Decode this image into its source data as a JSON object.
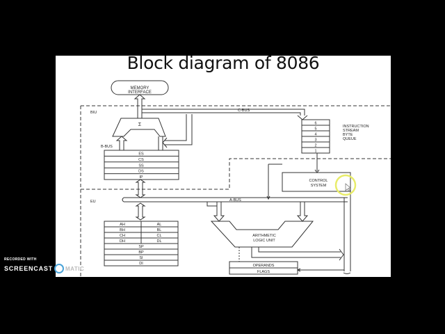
{
  "slide": {
    "title": "Block diagram of 8086"
  },
  "diagram": {
    "memory_interface": [
      "MEMORY",
      "INTERFACE"
    ],
    "sections": {
      "biu": "BIU",
      "eu": "EU"
    },
    "buses": {
      "c_bus": "C-BUS",
      "b_bus": "B-BUS",
      "a_bus": "A-BUS"
    },
    "adder_symbol": "Σ",
    "segment_registers": [
      "ES",
      "CS",
      "SS",
      "DS",
      "IP"
    ],
    "instruction_queue": {
      "slots": [
        "6",
        "5",
        "4",
        "3",
        "2",
        "1"
      ],
      "label": [
        "INSTRUCTION",
        "STREAM",
        "BYTE",
        "QUEUE"
      ]
    },
    "control_system": [
      "CONTROL",
      "SYSTEM"
    ],
    "general_registers": {
      "pairs": [
        [
          "AH",
          "AL"
        ],
        [
          "BH",
          "BL"
        ],
        [
          "CH",
          "CL"
        ],
        [
          "DH",
          "DL"
        ]
      ],
      "pointers": [
        "SP",
        "BP",
        "SI",
        "DI"
      ]
    },
    "alu": [
      "ARITHMETIC",
      "LOGIC UNIT"
    ],
    "operands_flags": [
      "OPERANDS",
      "FLAGS"
    ]
  },
  "cursor_highlight_color": "#e8ec6a",
  "watermark": {
    "line1": "RECORDED WITH",
    "line2_a": "SCREENCAST",
    "line2_b": "MATIC"
  }
}
